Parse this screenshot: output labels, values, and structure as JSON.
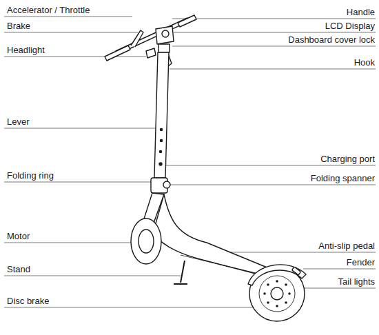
{
  "diagram": {
    "labels": [
      "Accelerator / Throttle",
      "Handle",
      "Brake",
      "LCD Display",
      "Dashboard cover lock",
      "Headlight",
      "Hook",
      "Lever",
      "Charging port",
      "Folding ring",
      "Folding spanner",
      "Motor",
      "Anti-slip pedal",
      "Fender",
      "Stand",
      "Tail lights",
      "Disc brake"
    ]
  }
}
